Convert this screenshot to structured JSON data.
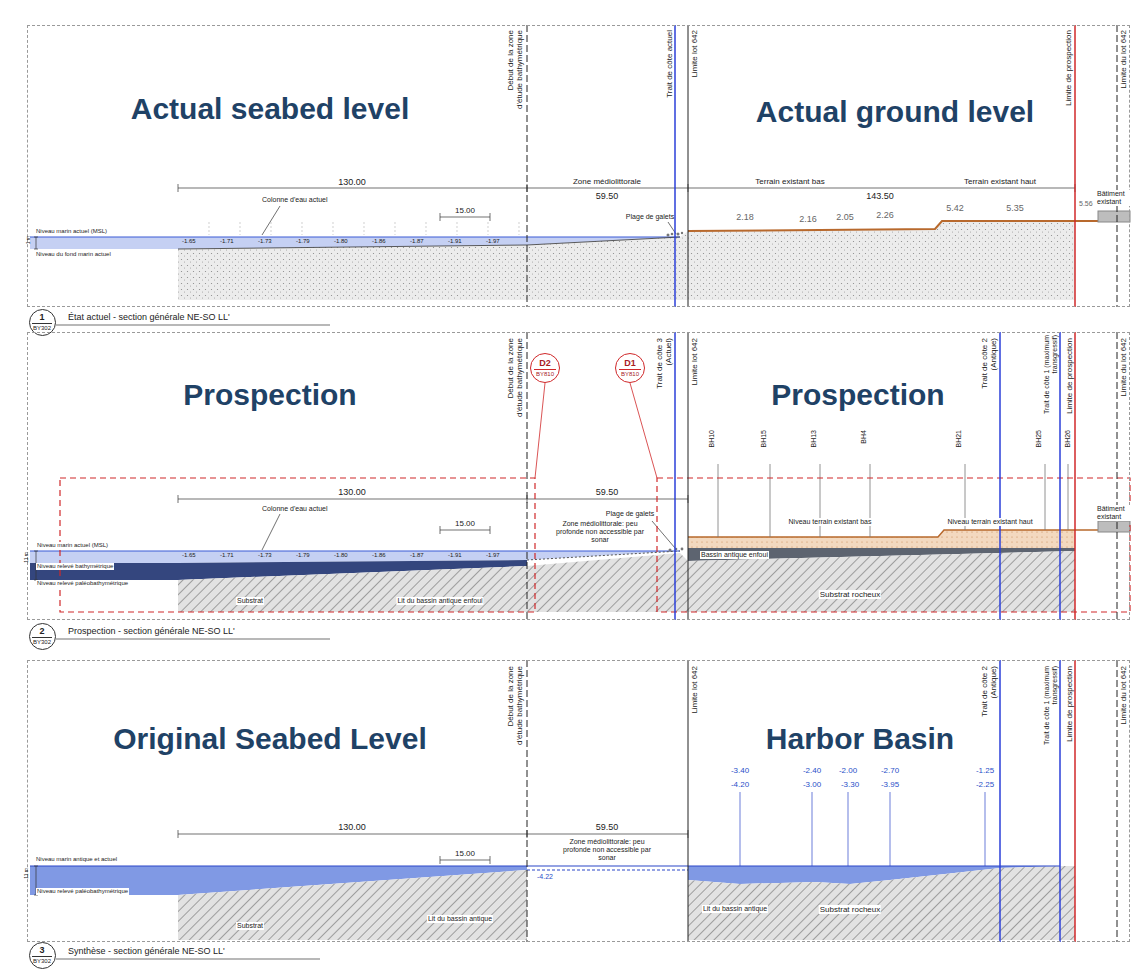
{
  "diagram": {
    "nodes": [
      {
        "text": [
          "Actual seabed level",
          "Actual ground level",
          "État actuel - section générale NE-SO LL'"
        ]
      },
      {
        "text": [
          "1",
          "BY302"
        ]
      },
      {
        "text": [
          "Prospection",
          "Prospection",
          "Prospection - section générale NE-SO LL'"
        ]
      },
      {
        "text": [
          "D2",
          "BY810"
        ],
        "in": 2
      },
      {
        "text": [
          "D1",
          "BY810"
        ],
        "in": 2
      },
      {
        "text": [
          "2",
          "BY302"
        ]
      },
      {
        "text": [
          "Original Seabed Level",
          "Harbor Basin",
          "Synthèse - section générale NE-SO LL'"
        ]
      },
      {
        "text": [
          "3",
          "BY302"
        ]
      }
    ],
    "labels": [
      "Début de la zone d'étude bathymétrique",
      "Trait de côte actuel",
      "Limite lot 642",
      "Limite de prospection",
      "Limite du lot 642",
      "Colonne d'eau actuel",
      "130.00",
      "Zone médiolittorale",
      "59.50",
      "Terrain existant bas",
      "Terrain existant haut",
      "143.50",
      "Bâtiment existant",
      "15.00",
      "Niveau marin actuel (MSL)",
      "Niveau du fond marin actuel",
      "1 m",
      "-1.65",
      "-1.71",
      "-1.73",
      "-1.79",
      "-1.80",
      "-1.86",
      "-1.87",
      "-1.91",
      "-1.97",
      "Plage de galets",
      "2.18",
      "2.16",
      "2.05",
      "2.26",
      "5.42",
      "5.35",
      "5.56",
      "Début de la zone d'étude bathymétrique",
      "Trait de côte 3 (Actuel)",
      "Limite lot 642",
      "Trait de côte 2 (Antique)",
      "Trait de côte 1 (maximum transgressif)",
      "Limite de prospection",
      "Limite du lot 642",
      "BH10",
      "BH15",
      "BH13",
      "BH4",
      "BH21",
      "BH25",
      "BH26",
      "130.00",
      "59.50",
      "Colonne d'eau actuel",
      "15.00",
      "Plage de galets",
      "Zone médiolittorale: peu profonde non accessible par sonar",
      "Niveau terrain existant bas",
      "Niveau terrain existant haut",
      "Bâtiment existant",
      "Niveau marin actuel (MSL)",
      "Niveau relevé bathymétrique",
      "Niveau relevé paléobathymétrique",
      "11 m",
      "-1.65",
      "-1.71",
      "-1.73",
      "-1.79",
      "-1.80",
      "-1.86",
      "-1.87",
      "-1.91",
      "-1.97",
      "Substrat",
      "Lit du bassin antique enfoui",
      "Bassin antique enfoui",
      "Substrat rocheux",
      "Début de la zone d'étude bathymétrique",
      "Limite lot 642",
      "Trait de côte 2 (Antique)",
      "Trait de côte 1 (maximum transgressif)",
      "Limite de prospection",
      "Limite du lot 642",
      "130.00",
      "59.50",
      "Zone médiolittorale: peu profonde non accessible par sonar",
      "15.00",
      "-3.40",
      "-4.20",
      "-2.40",
      "-3.00",
      "-2.00",
      "-3.30",
      "-2.70",
      "-3.95",
      "-1.25",
      "-2.25",
      "Niveau marin antique et actuel",
      "Niveau relevé paléobathymétrique",
      "11 m",
      "-4.22",
      "Substrat",
      "Lit du bassin antique",
      "Lit du bassin antique",
      "Substrat rocheux"
    ]
  }
}
